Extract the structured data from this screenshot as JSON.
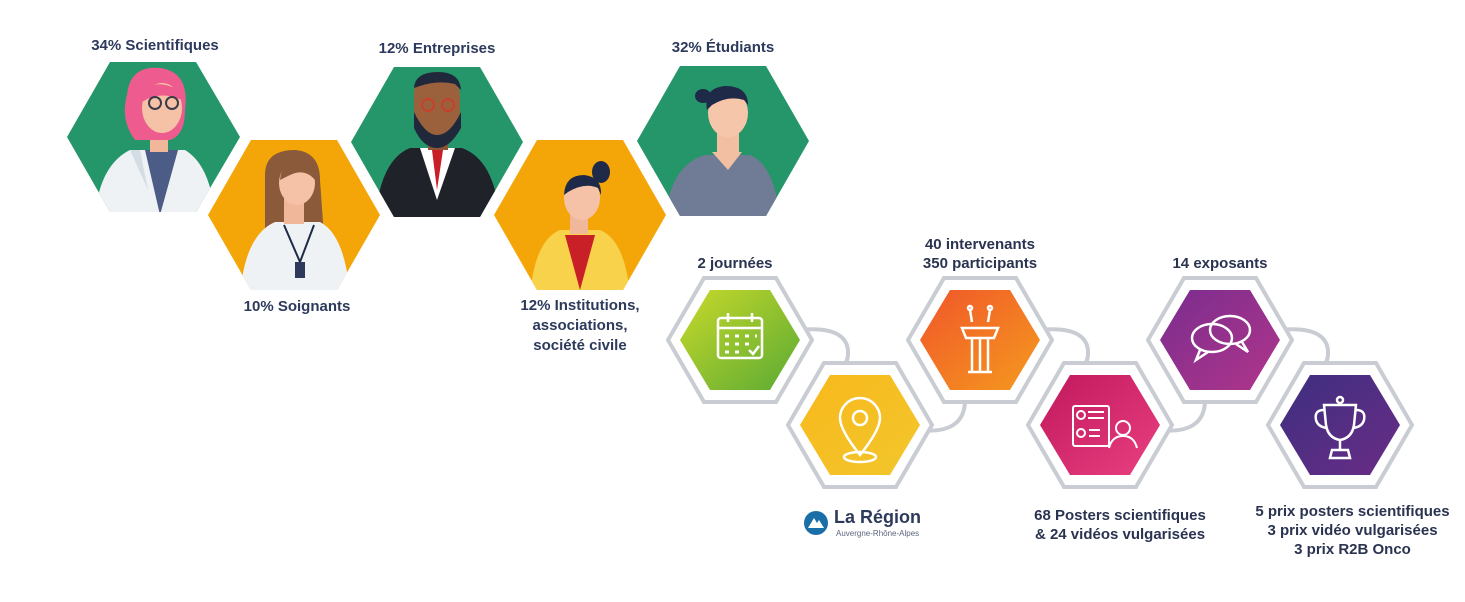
{
  "audience": {
    "scientifiques": "34% Scientifiques",
    "soignants": "10% Soignants",
    "entreprises": "12% Entreprises",
    "institutions_lines": [
      "12% Institutions,",
      "associations,",
      "société civile"
    ],
    "etudiants": "32% Étudiants"
  },
  "stats": {
    "journees": "2 journées",
    "intervenants_lines": [
      "40 intervenants",
      "350 participants"
    ],
    "exposants": "14 exposants",
    "posters_lines": [
      "68 Posters scientifiques",
      "& 24 vidéos vulgarisées"
    ],
    "prix_lines": [
      "5 prix posters scientifiques",
      "3 prix vidéo vulgarisées",
      "3 prix R2B Onco"
    ]
  },
  "sponsor": {
    "name": "La Région",
    "subtitle": "Auvergne-Rhône-Alpes"
  },
  "colors": {
    "green": "#25966a",
    "orange": "#f4a608",
    "navy": "#2d3a5c",
    "hex_outline": "#c9ccd3"
  },
  "icons": [
    "calendar-icon",
    "map-pin-icon",
    "podium-icon",
    "poster-icon",
    "chat-bubbles-icon",
    "trophy-icon"
  ]
}
